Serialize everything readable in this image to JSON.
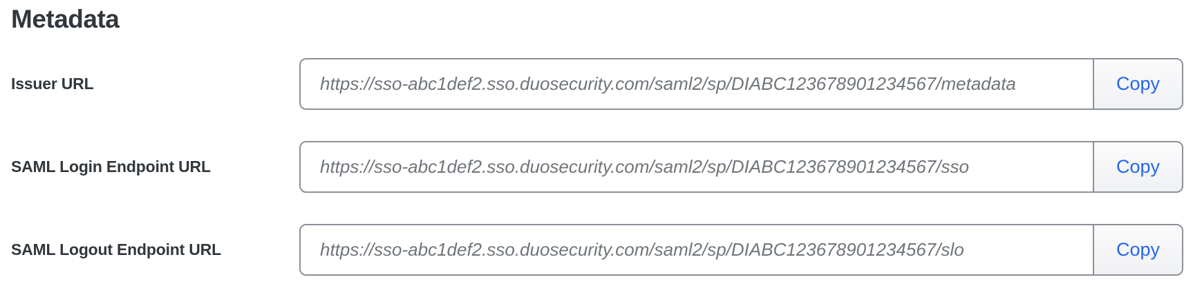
{
  "section": {
    "title": "Metadata"
  },
  "rows": [
    {
      "label": "Issuer URL",
      "value": "https://sso-abc1def2.sso.duosecurity.com/saml2/sp/DIABC123678901234567/metadata",
      "copy_label": "Copy"
    },
    {
      "label": "SAML Login Endpoint URL",
      "value": "https://sso-abc1def2.sso.duosecurity.com/saml2/sp/DIABC123678901234567/sso",
      "copy_label": "Copy"
    },
    {
      "label": "SAML Logout Endpoint URL",
      "value": "https://sso-abc1def2.sso.duosecurity.com/saml2/sp/DIABC123678901234567/slo",
      "copy_label": "Copy"
    }
  ],
  "colors": {
    "accent_blue": "#2566e8",
    "heading_text": "#32373c",
    "input_text": "#70757a",
    "input_border": "#8b9197",
    "button_bg": "#f2f3f4",
    "background": "#ffffff"
  }
}
